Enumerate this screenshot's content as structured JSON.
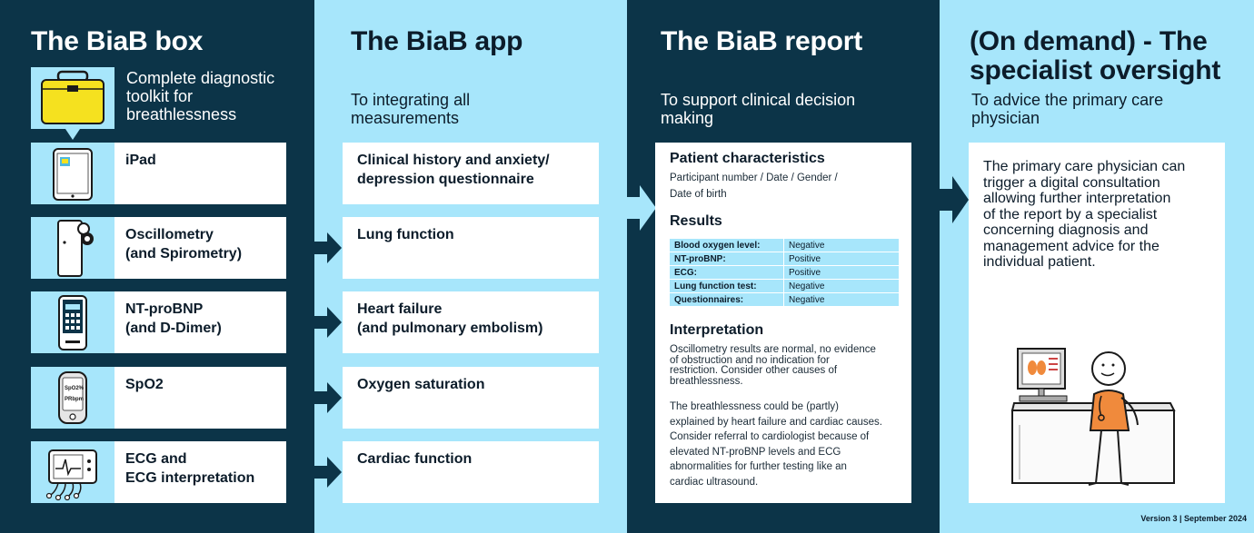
{
  "columns": [
    {
      "title": "The BiaB box",
      "subtitle": "Complete diagnostic toolkit for breathlessness"
    },
    {
      "title": "The BiaB app",
      "subtitle": "To integrating all measurements"
    },
    {
      "title": "The BiaB report",
      "subtitle": "To support clinical decision making"
    },
    {
      "title_line1": "(On demand) - The",
      "title_line2": "specialist oversight",
      "subtitle": "To advice the primary care physician"
    }
  ],
  "box_items": [
    {
      "label_line1": "iPad",
      "label_line2": "",
      "icon": "ipad-icon"
    },
    {
      "label_line1": "Oscillometry",
      "label_line2": "(and Spirometry)",
      "icon": "oscillometer-icon"
    },
    {
      "label_line1": "NT-proBNP",
      "label_line2": "(and D-Dimer)",
      "icon": "analyzer-icon"
    },
    {
      "label_line1": "SpO2",
      "label_line2": "",
      "icon": "pulse-oximeter-icon"
    },
    {
      "label_line1": "ECG and",
      "label_line2": "ECG interpretation",
      "icon": "ecg-device-icon"
    }
  ],
  "device_text": {
    "spo2": "SpO2%",
    "prbpm": "PRbpm"
  },
  "app_items": [
    {
      "line1": "Clinical history and anxiety/",
      "line2": "depression questionnaire"
    },
    {
      "line1": "Lung function",
      "line2": ""
    },
    {
      "line1": "Heart failure",
      "line2": "(and pulmonary embolism)"
    },
    {
      "line1": "Oxygen saturation",
      "line2": ""
    },
    {
      "line1": "Cardiac function",
      "line2": ""
    }
  ],
  "report": {
    "patient_heading": "Patient characteristics",
    "patient_line1": "Participant number / Date / Gender /",
    "patient_line2": "Date of birth",
    "results_heading": "Results",
    "results": [
      {
        "label": "Blood oxygen level:",
        "value": "Negative"
      },
      {
        "label": "NT-proBNP:",
        "value": "Positive"
      },
      {
        "label": "ECG:",
        "value": "Positive"
      },
      {
        "label": "Lung function test:",
        "value": "Negative"
      },
      {
        "label": "Questionnaires:",
        "value": "Negative"
      }
    ],
    "interpretation_heading": "Interpretation",
    "interpretation_p1": [
      "Oscillometry results are normal, no evidence",
      "of obstruction and no indication for",
      "restriction. Consider other causes of",
      "breathlessness."
    ],
    "interpretation_p2": [
      "The breathlessness could be (partly)",
      "explained by heart failure and cardiac causes.",
      "Consider referral to cardiologist because of",
      "elevated NT-proBNP levels and ECG",
      "abnormalities for further testing like an",
      "cardiac ultrasound."
    ]
  },
  "specialist_text": [
    "The primary care physician can",
    "trigger a digital consultation",
    "allowing further interpretation",
    "of the report by a specialist",
    "concerning diagnosis and",
    "management advice for the",
    "individual patient."
  ],
  "footer": "Version 3 | September 2024",
  "colors": {
    "dark": "#0c3448",
    "light": "#a7e6fb",
    "case_yellow": "#f5e11f",
    "scrubs_orange": "#f08a3c"
  }
}
